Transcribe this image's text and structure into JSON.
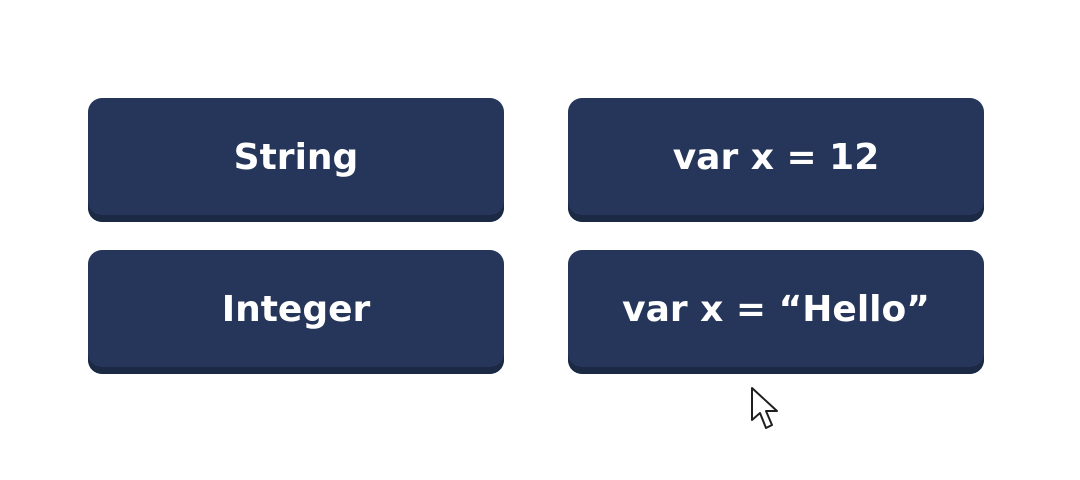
{
  "cards": [
    {
      "label": "String"
    },
    {
      "label": "var x = 12"
    },
    {
      "label": "Integer"
    },
    {
      "label": "var x = “Hello”"
    }
  ],
  "colors": {
    "card_background": "#26365a",
    "card_shadow": "#1b2945",
    "card_text": "#ffffff",
    "page_background": "#ffffff"
  },
  "icons": {
    "cursor": "mouse-pointer-arrow"
  }
}
